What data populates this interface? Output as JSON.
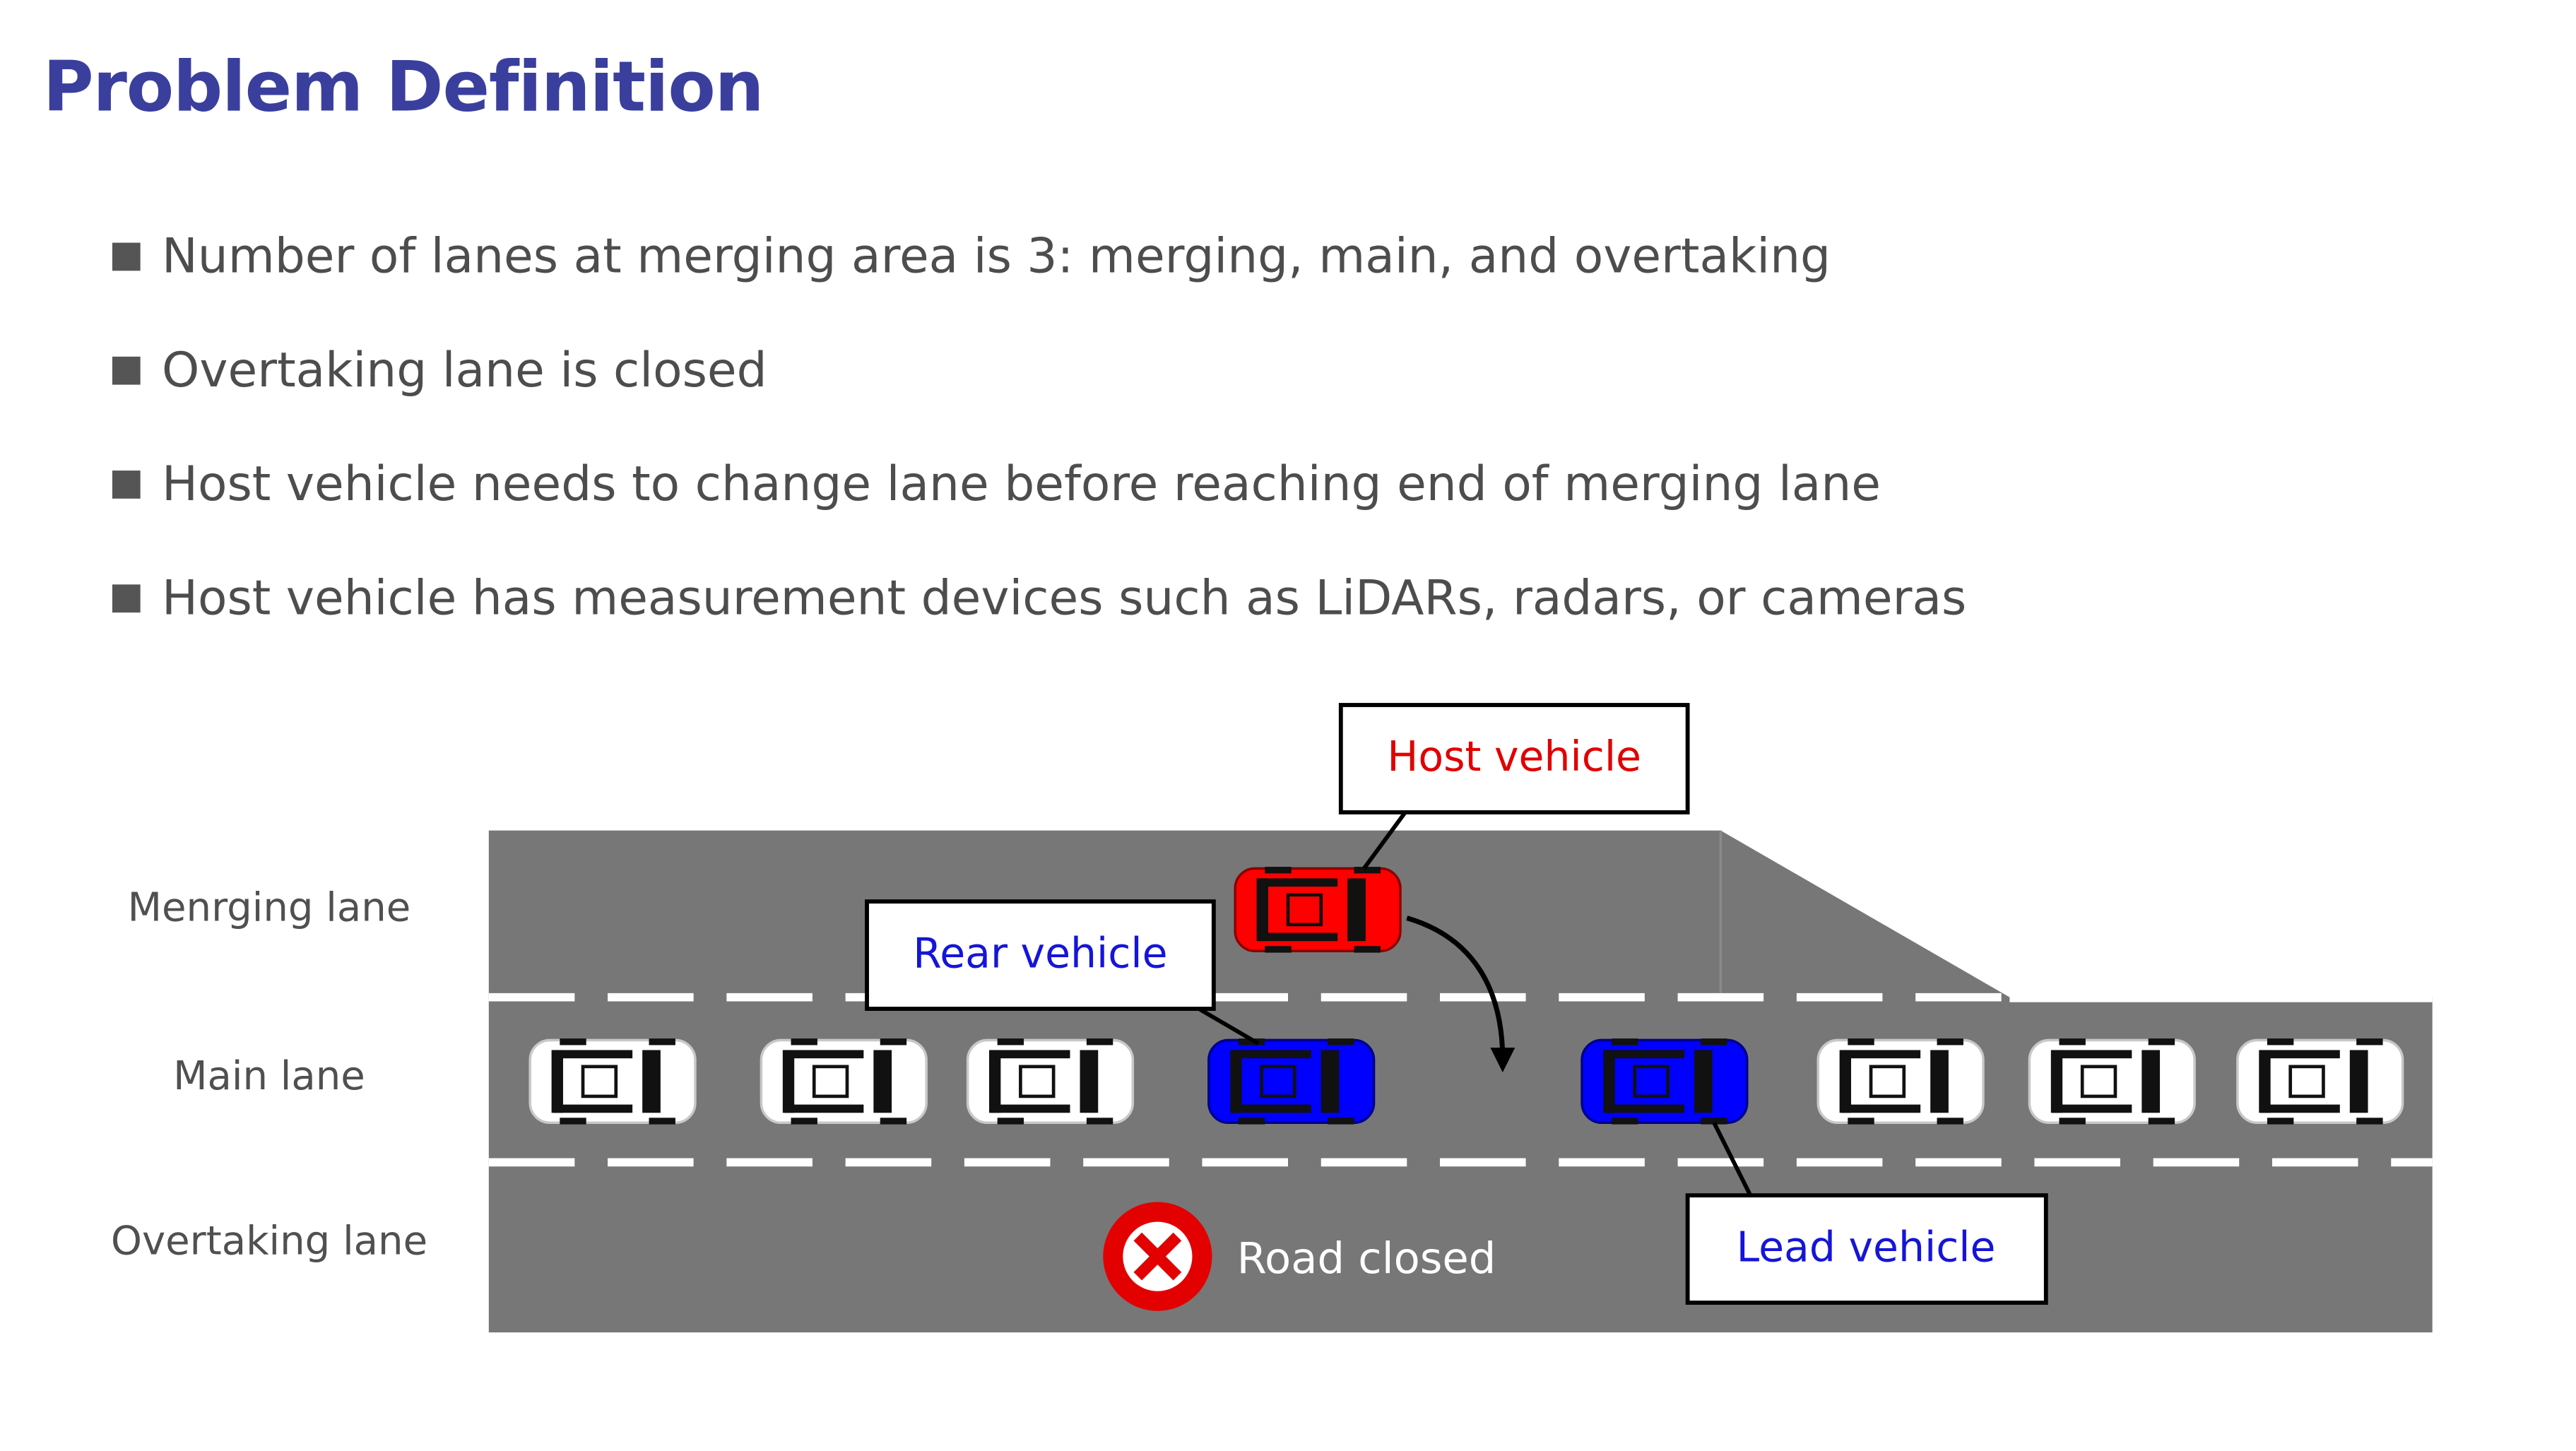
{
  "slide_title": "Problem Definition",
  "bullets": [
    "Number of lanes at merging area is 3: merging, main, and overtaking",
    "Overtaking lane is closed",
    "Host vehicle needs to change lane before reaching end of merging lane",
    "Host vehicle has measurement devices such as LiDARs, radars, or cameras"
  ],
  "diagram": {
    "lane_labels": {
      "merging": "Menrging lane",
      "main": "Main lane",
      "overtaking": "Overtaking lane"
    },
    "callouts": {
      "host": "Host vehicle",
      "rear": "Rear vehicle",
      "lead": "Lead vehicle"
    },
    "road_closed": "Road closed",
    "colors": {
      "title": "#3a3f9e",
      "road": "#777777",
      "host_vehicle": "#ff0000",
      "target_vehicle": "#0000ff",
      "other_vehicle": "#ffffff",
      "host_text": "#e00000",
      "target_text": "#1515d8"
    }
  }
}
